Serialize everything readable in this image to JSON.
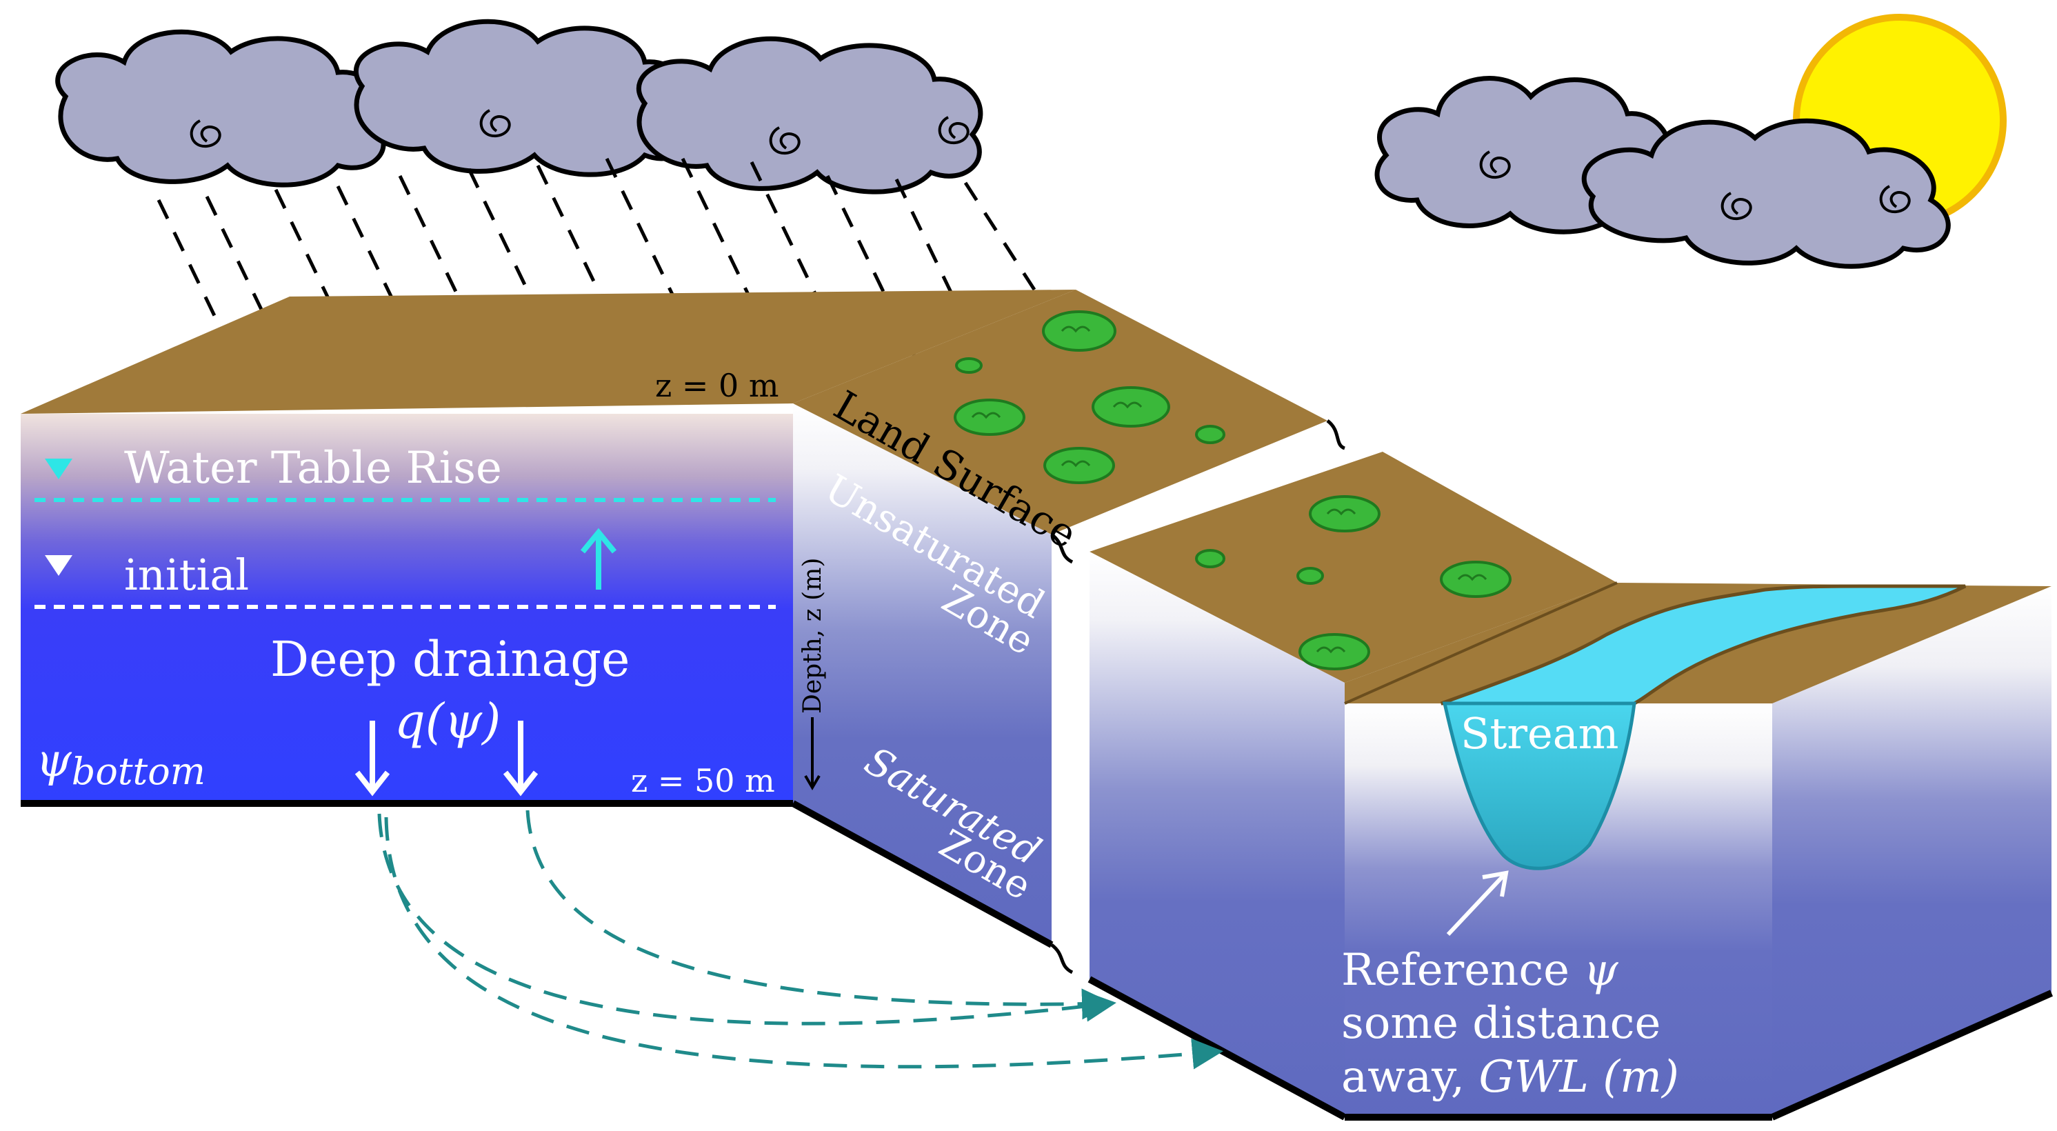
{
  "labels": {
    "z_top": "z = 0 m",
    "z_bottom": "z = 50 m",
    "water_table_rise": "Water Table Rise",
    "initial": "initial",
    "deep_drainage": "Deep drainage",
    "q_psi": "q(ψ)",
    "psi_symbol": "ψ",
    "psi_sub": "bottom",
    "depth_axis": "Depth, z (m)",
    "land_surface": "Land Surface",
    "unsaturated_1": "Unsaturated",
    "unsaturated_2": "Zone",
    "saturated_1": "Saturated",
    "saturated_2": "Zone",
    "stream": "Stream",
    "reference_1_text": "Reference ",
    "reference_1_psi": "ψ",
    "reference_2": "some distance",
    "reference_3_text": "away, ",
    "reference_3_italic": "GWL (m)"
  },
  "colors": {
    "soil_top": "#a07a3a",
    "saturated_blue": "#3440ff",
    "zone_blue": "#6470c4",
    "stream_cyan": "#55dcf5",
    "cloud": "#a8aac8",
    "sun": "#fff200",
    "arrow_teal": "#1f8a8a",
    "water_table_cyan": "#2ee6e6",
    "vegetation_green": "#3ab83a"
  },
  "icons": [
    "cloud-icon",
    "sun-icon",
    "rain-icon",
    "shrub-icon",
    "water-table-triangle-icon",
    "down-arrow-icon",
    "up-arrow-icon"
  ]
}
